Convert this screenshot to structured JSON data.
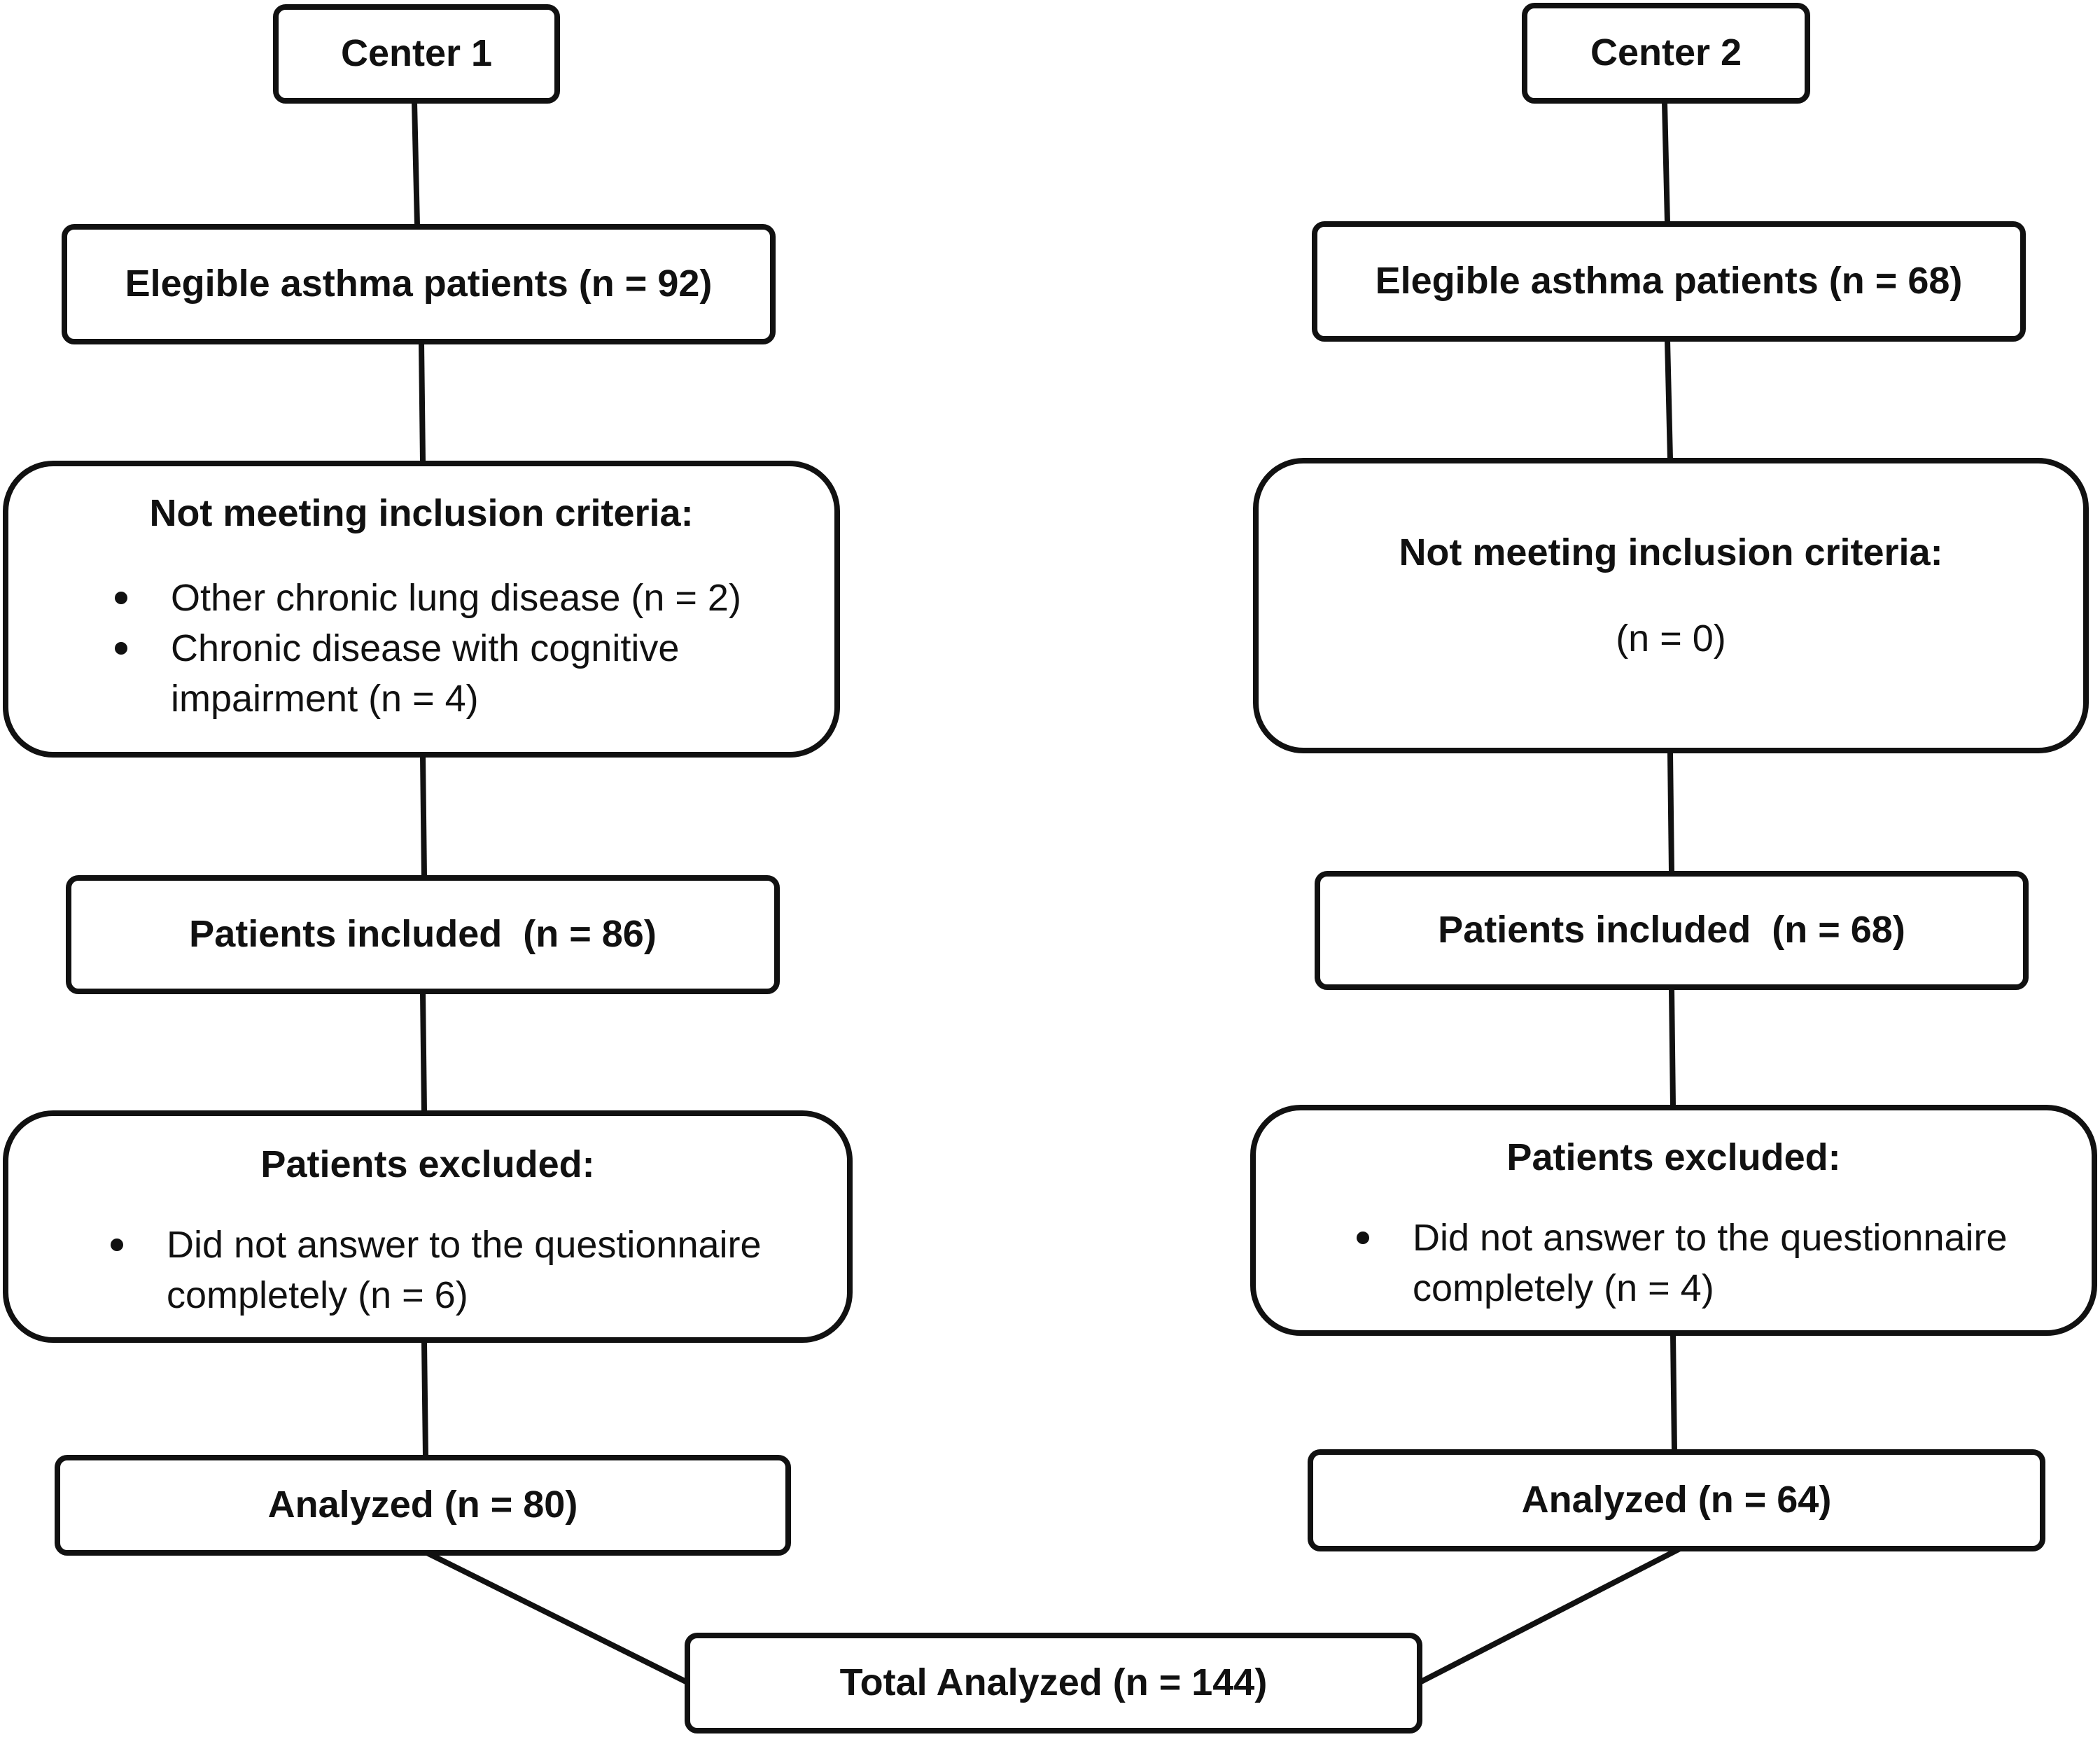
{
  "center1": {
    "header": "Center 1",
    "eligible": "Elegible asthma patients (n = 92)",
    "not_meeting": {
      "title": "Not meeting inclusion criteria:",
      "items": [
        "Other chronic lung disease (n = 2)",
        "Chronic disease with cognitive impairment (n = 4)"
      ]
    },
    "included": "Patients included  (n = 86)",
    "excluded": {
      "title": "Patients excluded:",
      "items": [
        "Did not answer to the questionnaire completely (n = 6)"
      ]
    },
    "analyzed": "Analyzed (n = 80)"
  },
  "center2": {
    "header": "Center 2",
    "eligible": "Elegible asthma patients (n = 68)",
    "not_meeting": {
      "title": "Not meeting inclusion criteria:",
      "value": "(n = 0)"
    },
    "included": "Patients included  (n = 68)",
    "excluded": {
      "title": "Patients excluded:",
      "items": [
        "Did not answer to the questionnaire completely (n = 4)"
      ]
    },
    "analyzed": "Analyzed (n = 64)"
  },
  "total": "Total Analyzed (n = 144)"
}
